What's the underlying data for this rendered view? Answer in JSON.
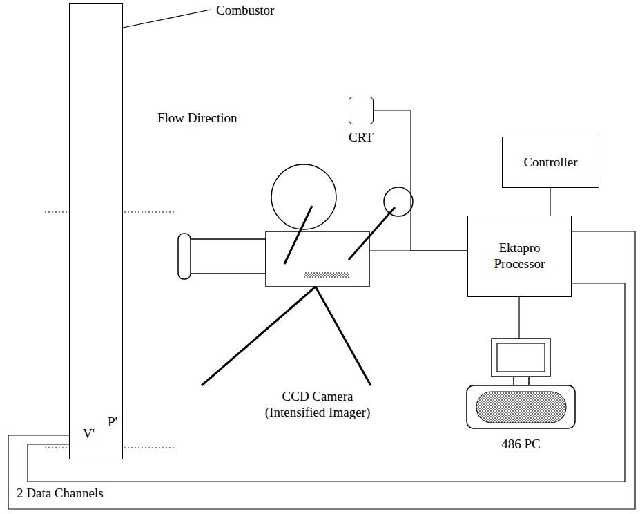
{
  "diagram": {
    "nodes": [
      {
        "text": [
          "Combustor"
        ]
      },
      {
        "text": [
          "CRT"
        ]
      },
      {
        "text": [
          "Controller"
        ]
      },
      {
        "text": [
          "Ektapro Processor"
        ]
      },
      {
        "text": [
          "CCD Camera (Intensified Imager)"
        ]
      },
      {
        "text": [
          "486 PC"
        ]
      }
    ],
    "edges": [
      {
        "from": 0,
        "to": 3,
        "arrow": "none"
      },
      {
        "from": 0,
        "to": 3,
        "label": "2 Data Channels",
        "arrow": "none"
      },
      {
        "from": 1,
        "to": 3,
        "arrow": "none"
      },
      {
        "from": 4,
        "to": 3,
        "arrow": "none"
      },
      {
        "from": 2,
        "to": 3,
        "arrow": "none"
      },
      {
        "from": 3,
        "to": 5,
        "arrow": "none"
      }
    ],
    "labels": [
      "Flow Direction",
      "P'",
      "V'"
    ]
  }
}
